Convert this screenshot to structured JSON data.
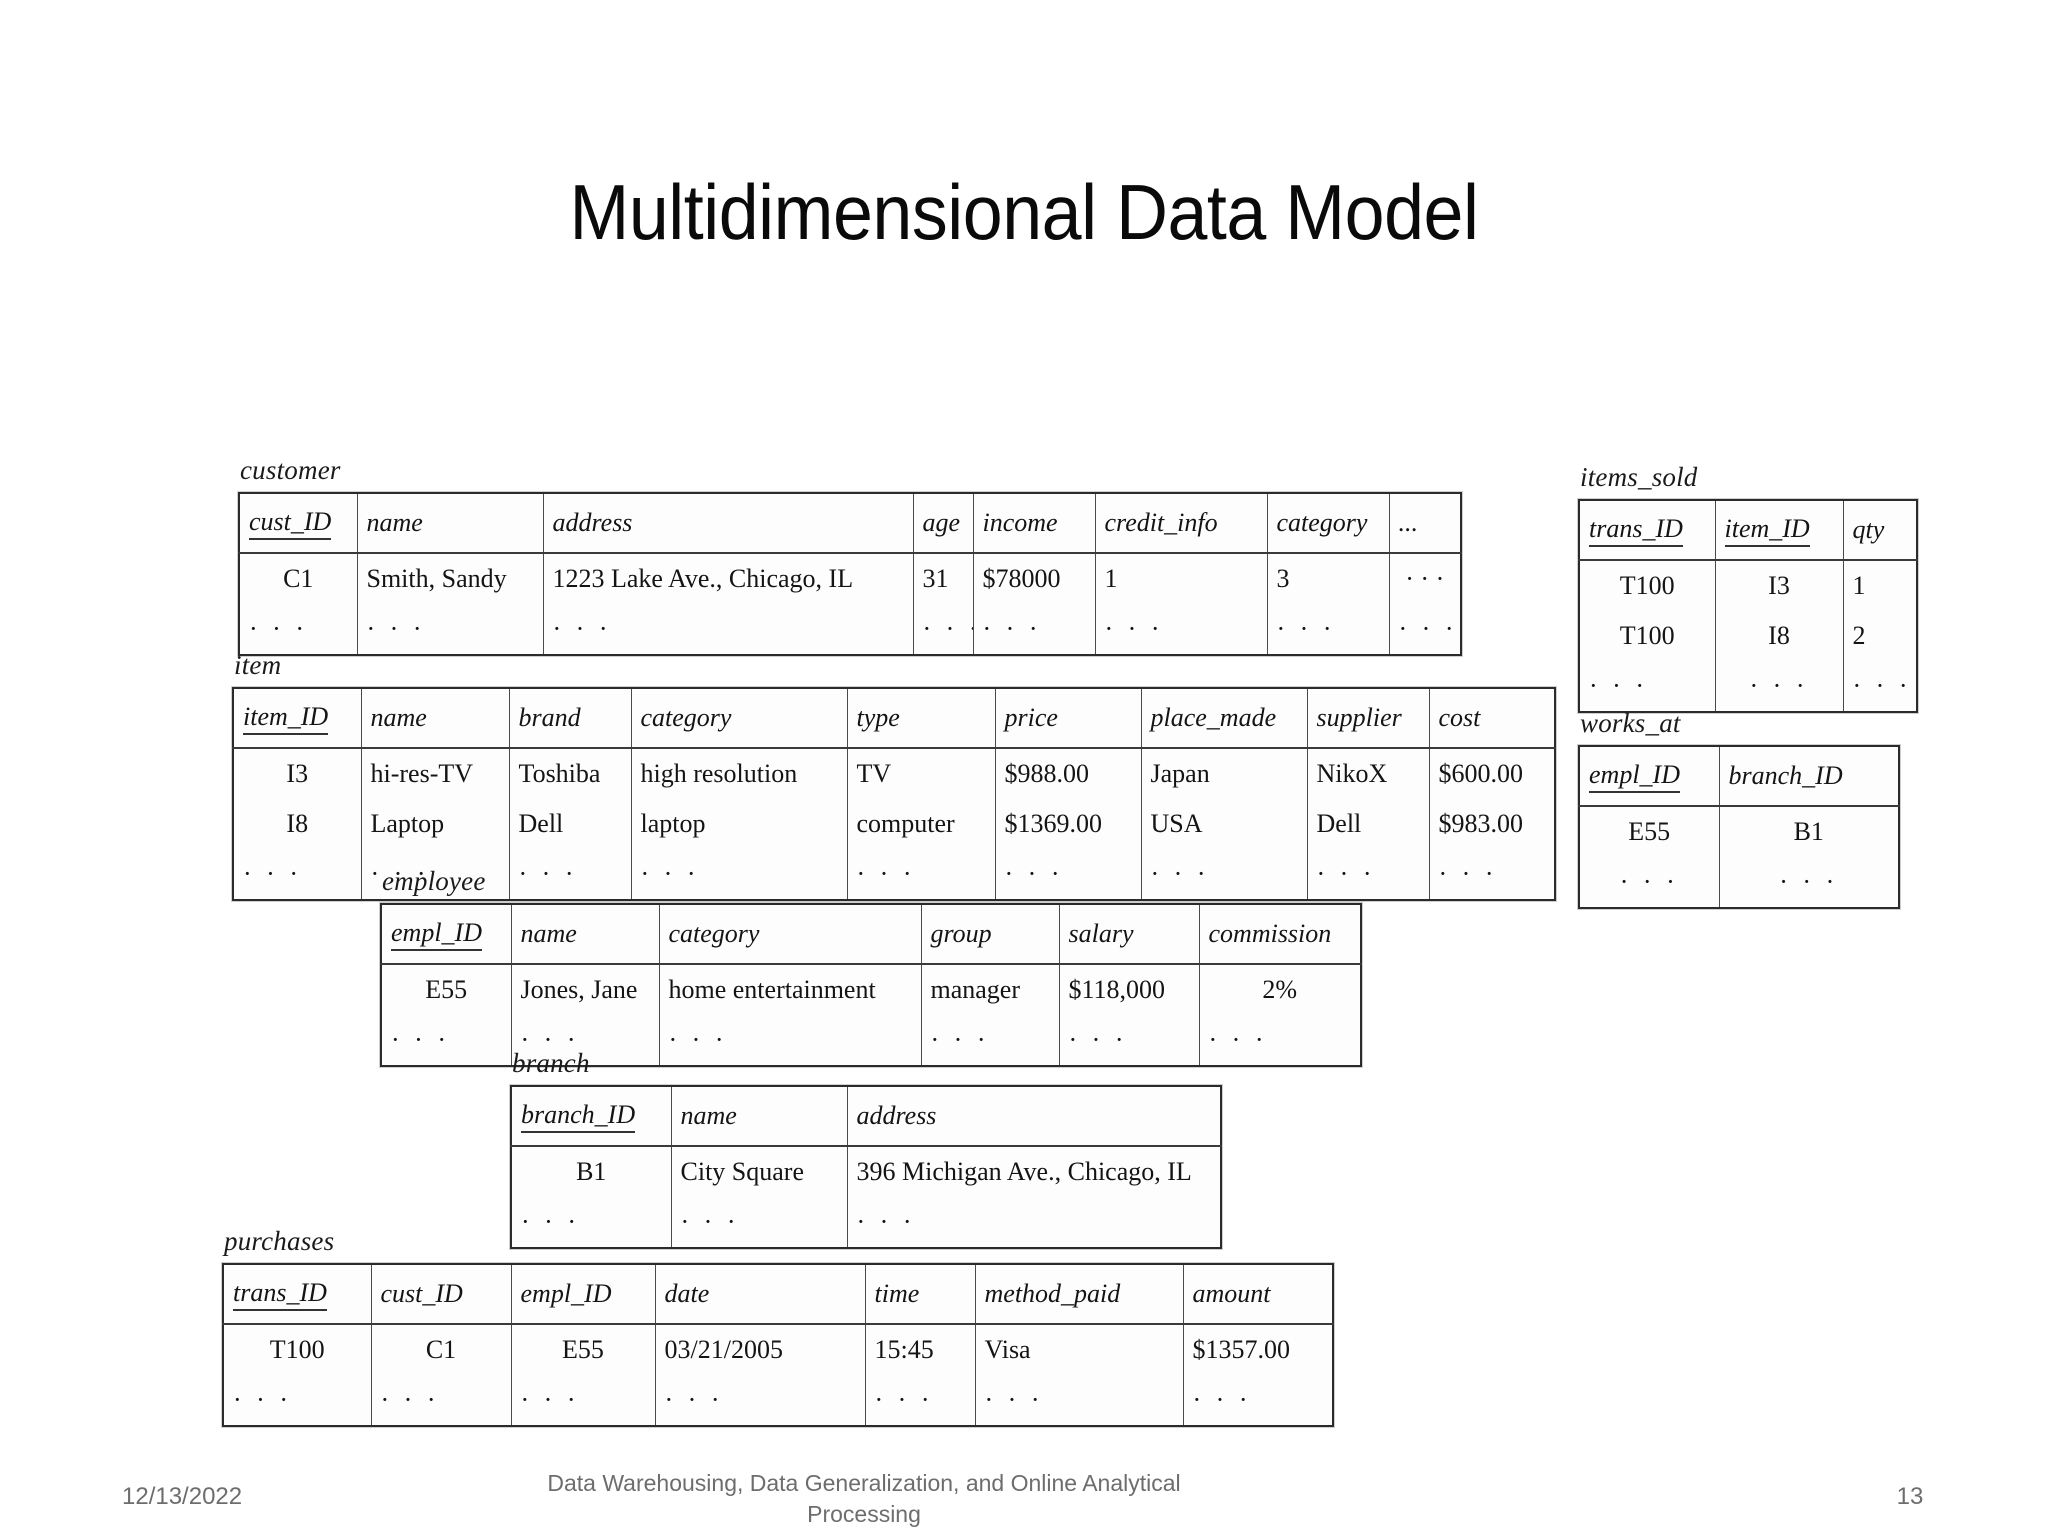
{
  "slide": {
    "title": "Multidimensional Data Model",
    "page_number": "13",
    "date": "12/13/2022",
    "footer_text": "Data Warehousing, Data Generalization, and Online Analytical Processing",
    "ellipsis": "· · ·"
  },
  "relations": {
    "customer": {
      "name": "customer",
      "columns": [
        "cust_ID",
        "name",
        "address",
        "age",
        "income",
        "credit_info",
        "category",
        "..."
      ],
      "key_columns": [
        "cust_ID"
      ],
      "rows": [
        [
          "C1",
          "Smith, Sandy",
          "1223 Lake Ave., Chicago, IL",
          "31",
          "$78000",
          "1",
          "3",
          "· · ·"
        ]
      ]
    },
    "item": {
      "name": "item",
      "columns": [
        "item_ID",
        "name",
        "brand",
        "category",
        "type",
        "price",
        "place_made",
        "supplier",
        "cost"
      ],
      "key_columns": [
        "item_ID"
      ],
      "rows": [
        [
          "I3",
          "hi-res-TV",
          "Toshiba",
          "high resolution",
          "TV",
          "$988.00",
          "Japan",
          "NikoX",
          "$600.00"
        ],
        [
          "I8",
          "Laptop",
          "Dell",
          "laptop",
          "computer",
          "$1369.00",
          "USA",
          "Dell",
          "$983.00"
        ]
      ]
    },
    "employee": {
      "name": "employee",
      "columns": [
        "empl_ID",
        "name",
        "category",
        "group",
        "salary",
        "commission"
      ],
      "key_columns": [
        "empl_ID"
      ],
      "rows": [
        [
          "E55",
          "Jones, Jane",
          "home entertainment",
          "manager",
          "$118,000",
          "2%"
        ]
      ]
    },
    "branch": {
      "name": "branch",
      "columns": [
        "branch_ID",
        "name",
        "address"
      ],
      "key_columns": [
        "branch_ID"
      ],
      "rows": [
        [
          "B1",
          "City Square",
          "396 Michigan Ave., Chicago, IL"
        ]
      ]
    },
    "purchases": {
      "name": "purchases",
      "columns": [
        "trans_ID",
        "cust_ID",
        "empl_ID",
        "date",
        "time",
        "method_paid",
        "amount"
      ],
      "key_columns": [
        "trans_ID"
      ],
      "rows": [
        [
          "T100",
          "C1",
          "E55",
          "03/21/2005",
          "15:45",
          "Visa",
          "$1357.00"
        ]
      ]
    },
    "items_sold": {
      "name": "items_sold",
      "columns": [
        "trans_ID",
        "item_ID",
        "qty"
      ],
      "key_columns": [
        "trans_ID",
        "item_ID"
      ],
      "rows": [
        [
          "T100",
          "I3",
          "1"
        ],
        [
          "T100",
          "I8",
          "2"
        ]
      ]
    },
    "works_at": {
      "name": "works_at",
      "columns": [
        "empl_ID",
        "branch_ID"
      ],
      "key_columns": [
        "empl_ID"
      ],
      "rows": [
        [
          "E55",
          "B1"
        ]
      ]
    }
  }
}
